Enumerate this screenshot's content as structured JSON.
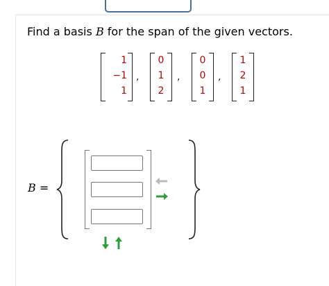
{
  "question": {
    "prompt_before": "Find a basis",
    "basis_symbol": "B",
    "prompt_after": "for the span of the given vectors."
  },
  "vectors": [
    [
      "1",
      "−1",
      "1"
    ],
    [
      "0",
      "1",
      "2"
    ],
    [
      "0",
      "0",
      "1"
    ],
    [
      "1",
      "2",
      "1"
    ]
  ],
  "separator": ",",
  "answer": {
    "label_symbol": "B",
    "equals": "=",
    "fields": [
      {
        "value": ""
      },
      {
        "value": ""
      },
      {
        "value": ""
      }
    ]
  },
  "controls": {
    "remove_column_icon": "arrow-left-icon",
    "add_column_icon": "arrow-right-icon",
    "add_row_icon": "arrow-down-icon",
    "remove_row_icon": "arrow-up-icon"
  },
  "colors": {
    "entry": "#c00000",
    "active_arrow": "#2e9e3a",
    "inactive_arrow": "#b8b8b8",
    "top_input_border": "#4a6fa5"
  }
}
